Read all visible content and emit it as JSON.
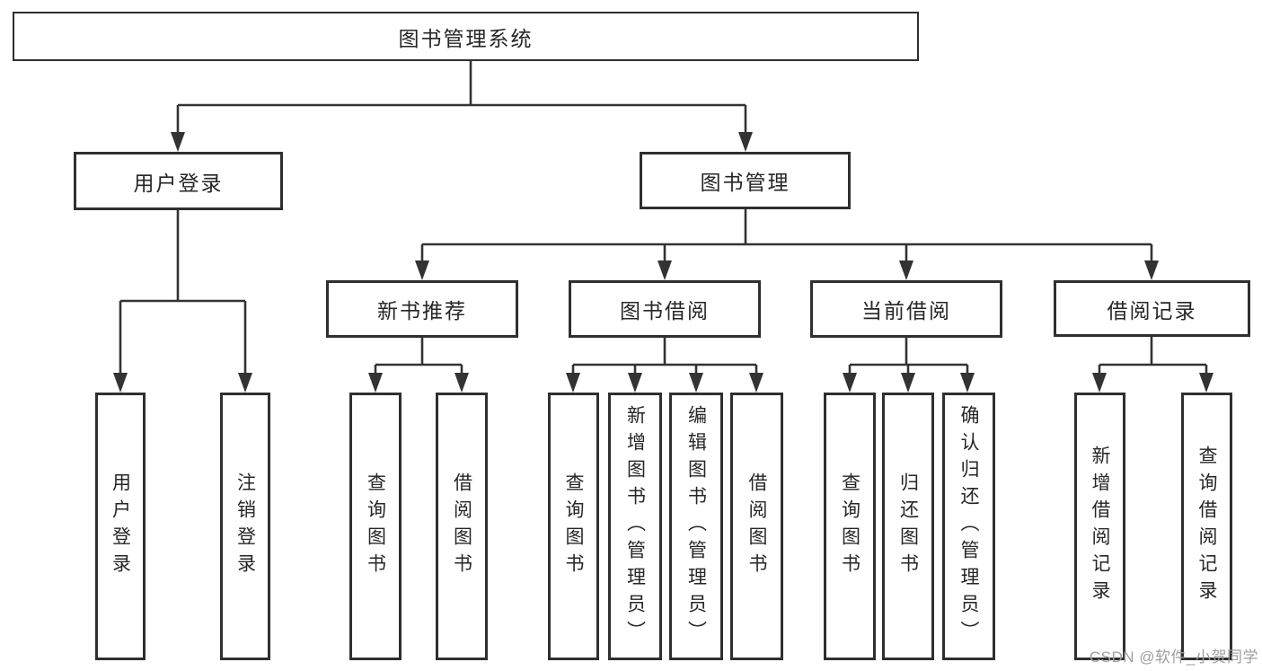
{
  "diagram": {
    "root": {
      "label": "图书管理系统"
    },
    "level2": [
      {
        "label": "用户登录"
      },
      {
        "label": "图书管理"
      }
    ],
    "level3": [
      {
        "label": "新书推荐"
      },
      {
        "label": "图书借阅"
      },
      {
        "label": "当前借阅"
      },
      {
        "label": "借阅记录"
      }
    ],
    "leaves": {
      "user_login": [
        {
          "label": "用户登录"
        },
        {
          "label": "注销登录"
        }
      ],
      "new_book": [
        {
          "label": "查询图书"
        },
        {
          "label": "借阅图书"
        }
      ],
      "book_borrow": [
        {
          "label": "查询图书"
        },
        {
          "label": "新增图书（管理员）"
        },
        {
          "label": "编辑图书（管理员）"
        },
        {
          "label": "借阅图书"
        }
      ],
      "current_borrow": [
        {
          "label": "查询图书"
        },
        {
          "label": "归还图书"
        },
        {
          "label": "确认归还（管理员）"
        }
      ],
      "borrow_record": [
        {
          "label": "新增借阅记录"
        },
        {
          "label": "查询借阅记录"
        }
      ]
    }
  },
  "watermark": {
    "text": "CSDN @软件_小贺同学"
  },
  "colors": {
    "line": "#333333",
    "box_border": "#2f2f2f",
    "text": "#262626",
    "background": "#ffffff",
    "watermark": "#9e9e9e"
  }
}
